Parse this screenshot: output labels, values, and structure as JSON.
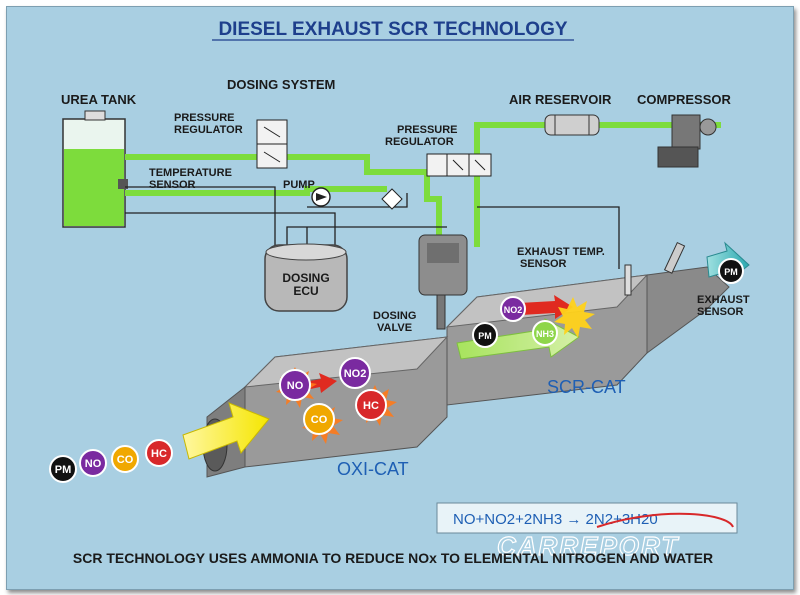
{
  "title": "DIESEL EXHAUST SCR TECHNOLOGY",
  "labels": {
    "urea_tank": "UREA TANK",
    "dosing_system": "DOSING SYSTEM",
    "pressure_regulator_1": [
      "PRESSURE",
      "REGULATOR"
    ],
    "pressure_regulator_2": [
      "PRESSURE",
      "REGULATOR"
    ],
    "temperature_sensor": [
      "TEMPERATURE",
      "SENSOR"
    ],
    "pump": "PUMP",
    "air_reservoir": "AIR RESERVOIR",
    "compressor": "COMPRESSOR",
    "dosing_ecu": [
      "DOSING",
      "ECU"
    ],
    "dosing_valve": [
      "DOSING",
      "VALVE"
    ],
    "exhaust_temp_sensor": [
      "EXHAUST TEMP.",
      "SENSOR"
    ],
    "exhaust_sensor": [
      "EXHAUST",
      "SENSOR"
    ],
    "scr_cat": "SCR-CAT",
    "oxi_cat": "OXI-CAT"
  },
  "particles_in": [
    {
      "label": "PM",
      "color": "#111111"
    },
    {
      "label": "NO",
      "color": "#7a2aa0"
    },
    {
      "label": "CO",
      "color": "#f0a800"
    },
    {
      "label": "HC",
      "color": "#d8282a"
    }
  ],
  "oxi_particles": [
    {
      "label": "NO",
      "color": "#7a2aa0"
    },
    {
      "label": "NO2",
      "color": "#7a2aa0"
    },
    {
      "label": "CO",
      "color": "#f0a800"
    },
    {
      "label": "HC",
      "color": "#d8282a"
    }
  ],
  "scr_particles": [
    {
      "label": "NO2",
      "color": "#7a2aa0"
    },
    {
      "label": "PM",
      "color": "#111111"
    },
    {
      "label": "NH3",
      "color": "#8ed64a"
    }
  ],
  "out_particle": {
    "label": "PM",
    "color": "#111111"
  },
  "equation": "NO+NO2+2NH3 → 2N2+3H20",
  "caption": "SCR TECHNOLOGY USES AMMONIA TO REDUCE NOx TO ELEMENTAL NITROGEN AND WATER",
  "watermark": "CARREPORT",
  "colors": {
    "background": "#a9cfe2",
    "urea": "#7ddc3c",
    "pipe": "#7ddc3c",
    "catalyst": "#9a9a9a",
    "title": "#1e3f8c"
  }
}
